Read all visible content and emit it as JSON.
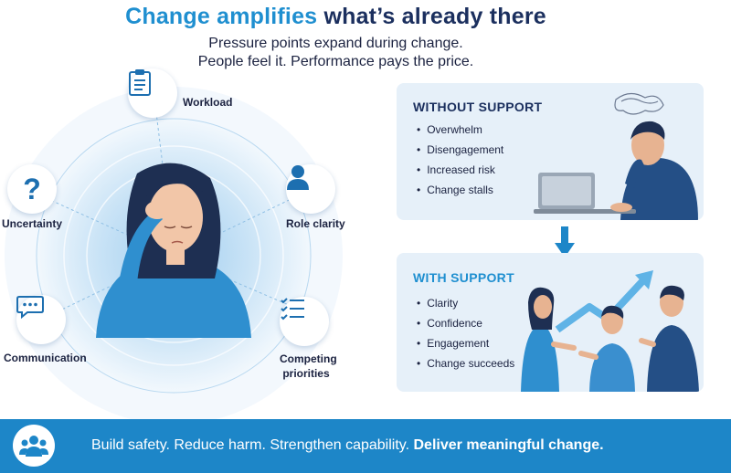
{
  "header": {
    "title_part1": "Change amplifies",
    "title_part2": "what’s already there",
    "subtitle_line1": "Pressure points expand during change.",
    "subtitle_line2": "People feel it. Performance pays the price."
  },
  "pressure_points": {
    "workload": "Workload",
    "role_clarity": "Role clarity",
    "uncertainty": "Uncertainty",
    "communication": "Communication",
    "competing_line1": "Competing",
    "competing_line2": "priorities"
  },
  "without_support": {
    "heading": "WITHOUT SUPPORT",
    "heading_color": "#1b2f5e",
    "items": [
      "Overwhelm",
      "Disengagement",
      "Increased risk",
      "Change stalls"
    ]
  },
  "with_support": {
    "heading": "WITH SUPPORT",
    "heading_color": "#1f8fd0",
    "items": [
      "Clarity",
      "Confidence",
      "Engagement",
      "Change succeeds"
    ]
  },
  "footer": {
    "text_regular": "Build safety. Reduce harm. Strengthen capability.",
    "text_bold": "Deliver meaningful change.",
    "background": "#1d86c8"
  },
  "icons": [
    "clipboard-icon",
    "person-icon",
    "question-icon",
    "chat-icon",
    "checklist-icon",
    "team-icon",
    "arrow-down-icon"
  ]
}
